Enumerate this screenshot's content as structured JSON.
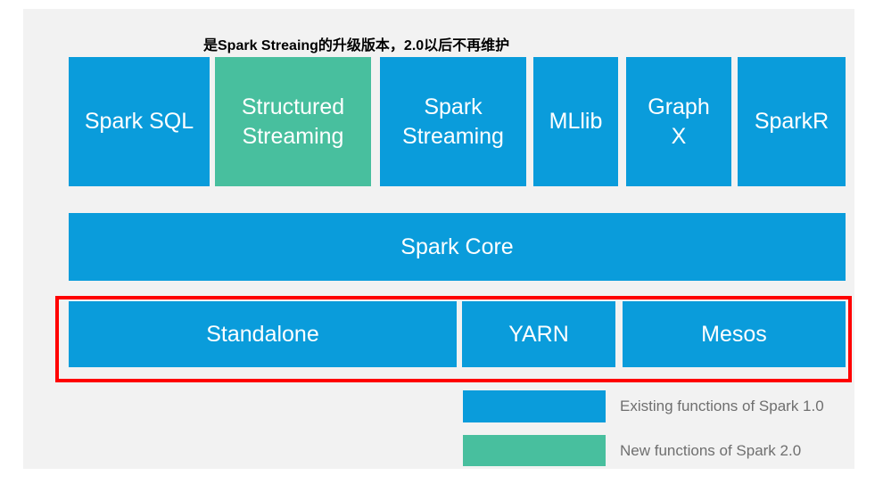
{
  "annotation": {
    "text": "是Spark Streaing的升级版本，2.0以后不再维护"
  },
  "colors": {
    "blue": "#0A9CDB",
    "green": "#48BF9E",
    "red": "#FF0000",
    "slide_bg": "#F2F2F2",
    "label_gray": "#6F6F6F",
    "annotation_black": "#000000"
  },
  "top_row": [
    {
      "label": "Spark SQL",
      "status": "existing"
    },
    {
      "label": "Structured Streaming",
      "status": "new"
    },
    {
      "label": "Spark Streaming",
      "status": "existing"
    },
    {
      "label": "MLlib",
      "status": "existing"
    },
    {
      "label": "Graph X",
      "status": "existing"
    },
    {
      "label": "SparkR",
      "status": "existing"
    }
  ],
  "core_row": {
    "label": "Spark Core"
  },
  "cluster_row": [
    {
      "label": "Standalone"
    },
    {
      "label": "YARN"
    },
    {
      "label": "Mesos"
    }
  ],
  "legend": [
    {
      "swatch": "blue",
      "label": "Existing functions of Spark 1.0"
    },
    {
      "swatch": "green",
      "label": "New functions of Spark 2.0"
    }
  ]
}
